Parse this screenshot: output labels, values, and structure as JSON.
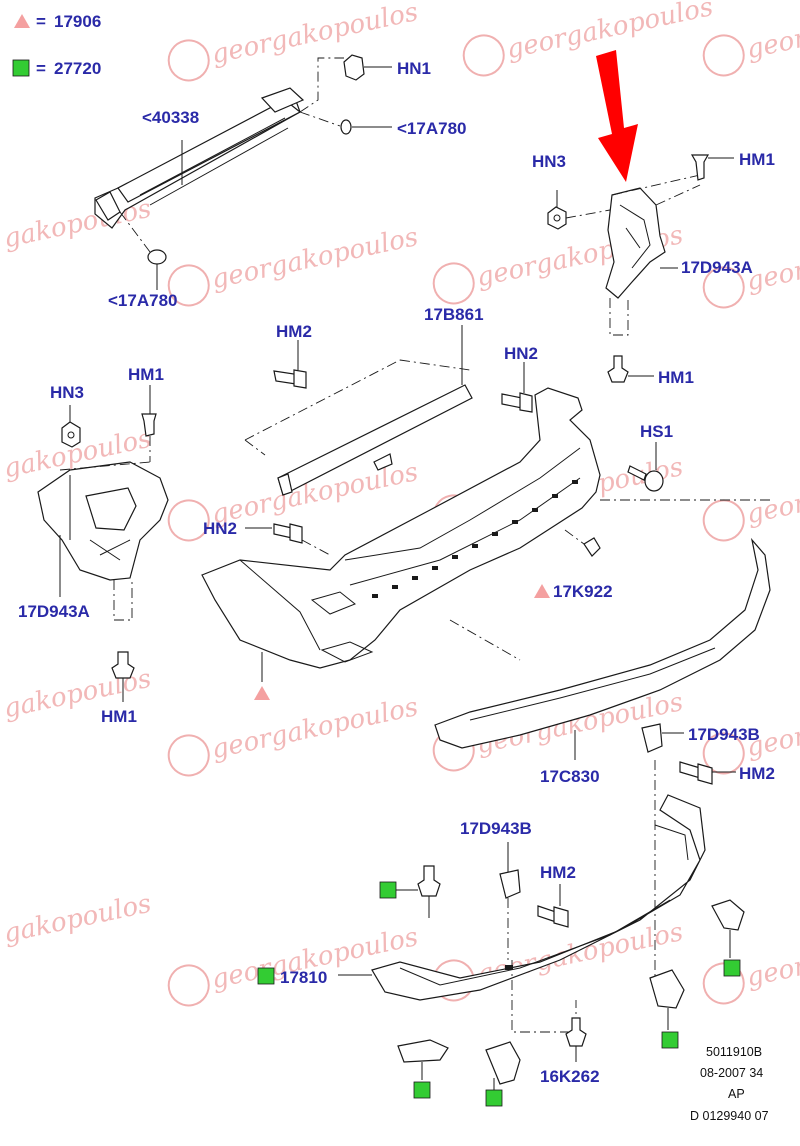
{
  "legend": {
    "triangle_value": "17906",
    "square_value": "27720",
    "equals": "=",
    "triangle_color": "#f4a0a0",
    "square_color": "#33cc33"
  },
  "watermark": {
    "text": "georgakopoulos",
    "text_cut": "gakopoulos",
    "color": "#f2b8b8"
  },
  "labels": {
    "hn1": "HN1",
    "l40338": "<40338",
    "l17a780_top": "<17A780",
    "l17a780_bottom": "<17A780",
    "hn3_right": "HN3",
    "hm1_right_top": "HM1",
    "l17d943a_right": "17D943A",
    "hm1_right_bottom": "HM1",
    "hm2_center": "HM2",
    "l17b861": "17B861",
    "hn2_right": "HN2",
    "hn3_left": "HN3",
    "hm1_left_top": "HM1",
    "hs1": "HS1",
    "hn2_left": "HN2",
    "l17d943a_left": "17D943A",
    "l17k922": "17K922",
    "hm1_left_bottom": "HM1",
    "l17c830": "17C830",
    "l17d943b_right": "17D943B",
    "hm2_right": "HM2",
    "l17d943b_center": "17D943B",
    "hm2_bottom": "HM2",
    "l17810": "17810",
    "l16k262": "16K262"
  },
  "reference": {
    "line1": "5011910B",
    "line2": "08-2007 34",
    "line3": "AP",
    "line4": "D 0129940 07"
  },
  "highlight_arrow": {
    "color": "#ff0000",
    "points_to": "17D943A"
  }
}
